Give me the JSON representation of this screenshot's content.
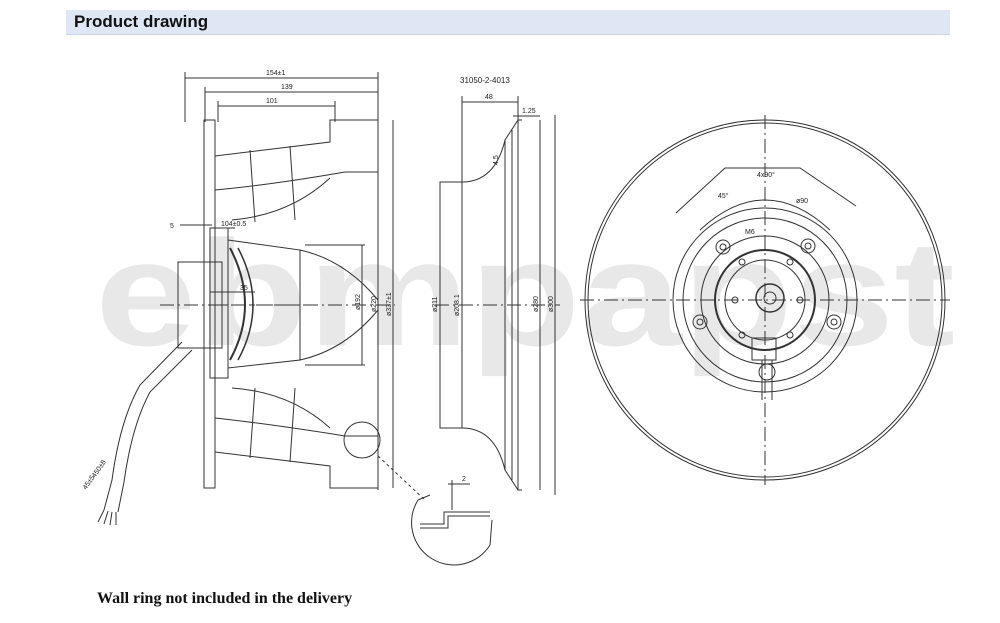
{
  "header": {
    "title": "Product drawing"
  },
  "watermark": {
    "text": "ebmpapst"
  },
  "part_number": "31050-2-4013",
  "side_view": {
    "dimensions": {
      "overall_length": "154±1",
      "length_139": "139",
      "length_101": "101",
      "flange_5": "5",
      "hub_104": "104±0.5",
      "hub_35": "35",
      "dia_192": "ø192",
      "dia_220": "ø220",
      "dia_337": "ø337±1"
    },
    "cable_labels": {
      "cable_length": "450±8",
      "cable_strip": "45±5"
    }
  },
  "ring_view": {
    "dimensions": {
      "width_48": "48",
      "thickness": "1.25",
      "offset": "4.5",
      "dia_211": "ø211",
      "dia_208": "ø208.1",
      "dia_280": "ø280",
      "dia_300": "ø300",
      "detail_gap": "2"
    }
  },
  "front_view": {
    "dimensions": {
      "pitch": "4x90°",
      "angle": "45°",
      "bolt_circle": "ø90",
      "thread": "M6"
    }
  },
  "footer": {
    "note": "Wall ring not included in the delivery"
  },
  "colors": {
    "header_bg": "#dfe7f5",
    "line": "#333333",
    "watermark": "#e6e6e6"
  }
}
